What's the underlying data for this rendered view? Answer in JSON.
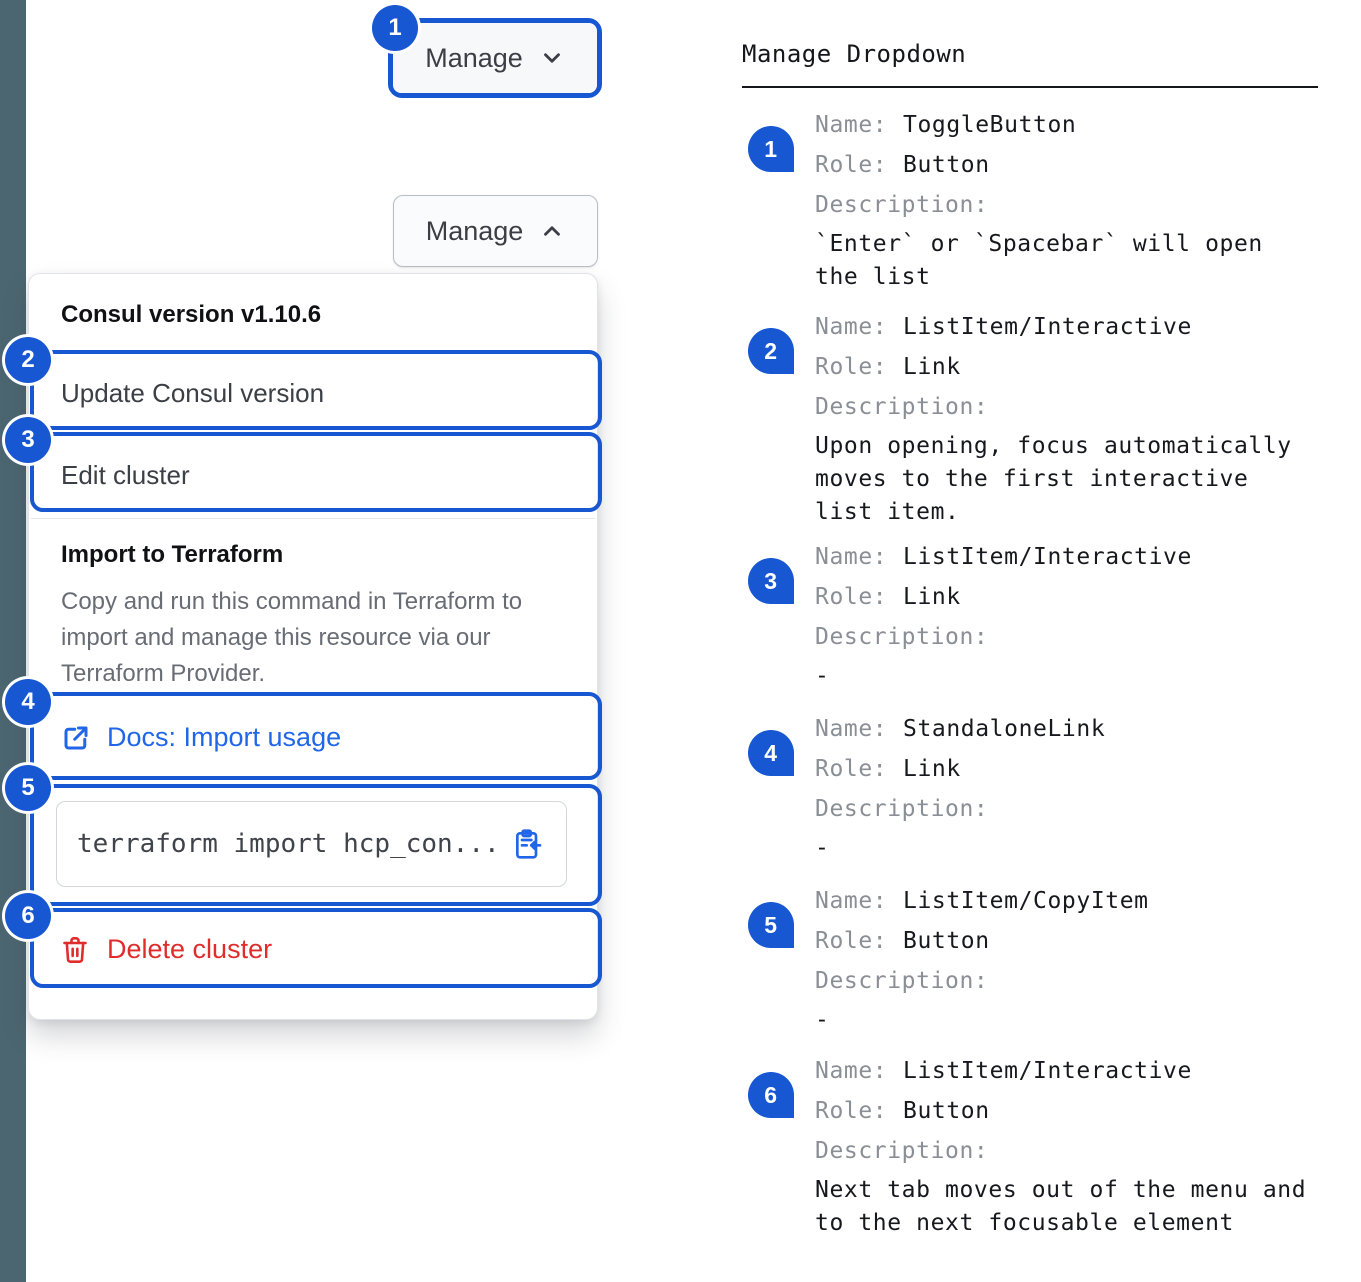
{
  "toggle_button": {
    "label": "Manage"
  },
  "expanded_button": {
    "label": "Manage"
  },
  "dropdown": {
    "header": "Consul version v1.10.6",
    "update_item": "Update Consul version",
    "edit_item": "Edit cluster",
    "import_section": {
      "title": "Import to Terraform",
      "description": "Copy and run this command in Terraform to import and manage this resource via our Terraform Provider.",
      "docs_link": "Docs: Import usage",
      "command": "terraform import hcp_con...",
      "delete_label": "Delete cluster"
    }
  },
  "colors": {
    "annotation_blue": "#1757d2",
    "link_blue": "#2166e8",
    "critical_red": "#e12c2c",
    "sidebar_slate": "#4c6671"
  },
  "legend": {
    "title": "Manage Dropdown",
    "name_label": "Name:",
    "role_label": "Role:",
    "description_label": "Description:",
    "items": [
      {
        "num": "1",
        "name": "ToggleButton",
        "role": "Button",
        "description": "`Enter` or `Spacebar` will open the list"
      },
      {
        "num": "2",
        "name": "ListItem/Interactive",
        "role": "Link",
        "description": "Upon opening, focus automatically moves to the first interactive list item."
      },
      {
        "num": "3",
        "name": "ListItem/Interactive",
        "role": "Link",
        "description": "-"
      },
      {
        "num": "4",
        "name": "StandaloneLink",
        "role": "Link",
        "description": "-"
      },
      {
        "num": "5",
        "name": "ListItem/CopyItem",
        "role": "Button",
        "description": "-"
      },
      {
        "num": "6",
        "name": "ListItem/Interactive",
        "role": "Button",
        "description": "Next tab moves out of the menu and to the next focusable element"
      }
    ]
  }
}
